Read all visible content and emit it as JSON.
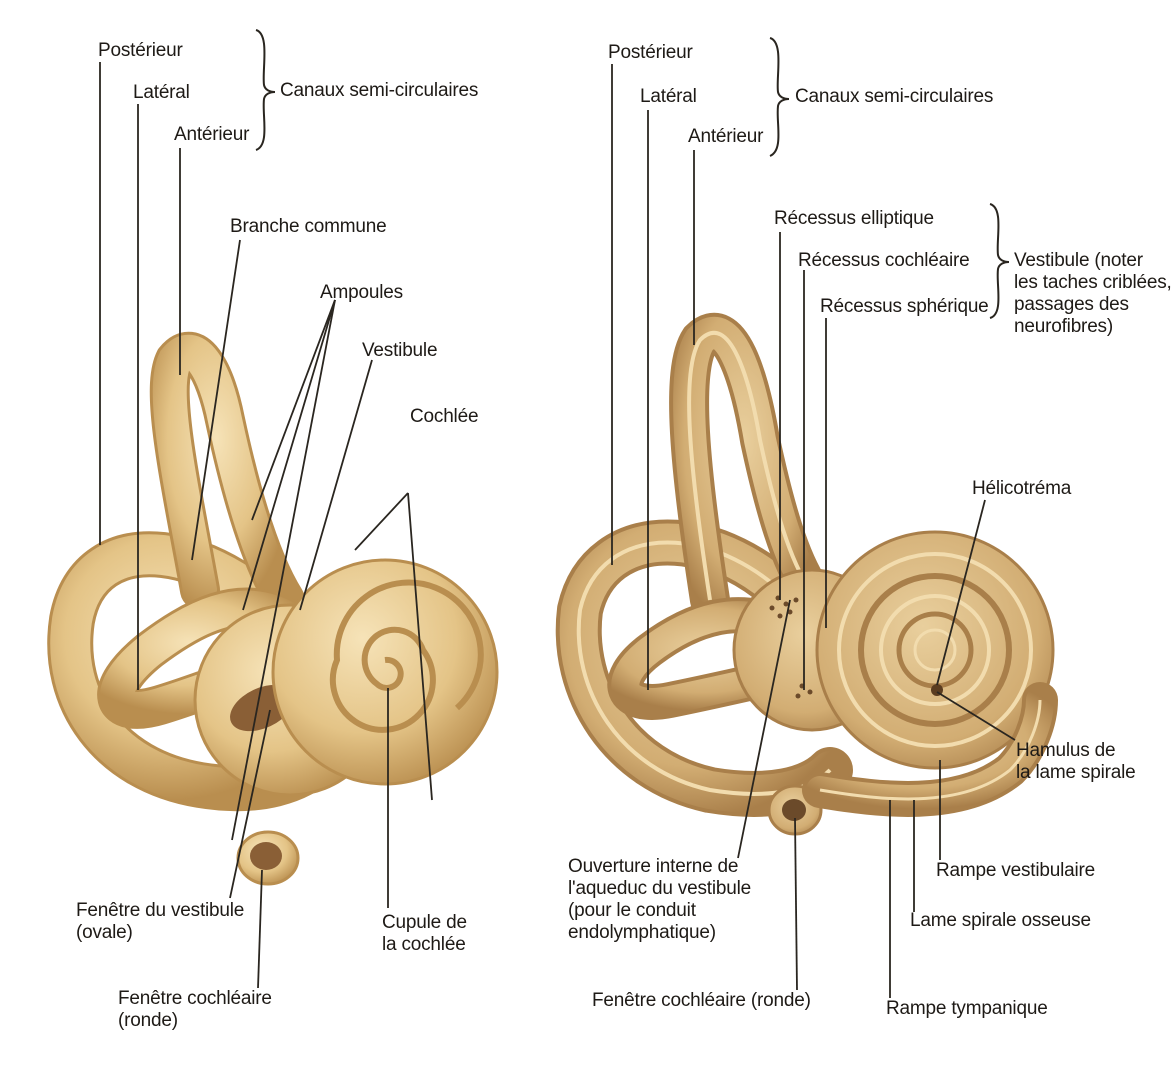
{
  "colors": {
    "bone_fill": "#e4c487",
    "bone_highlight": "#f6e3b8",
    "bone_shadow": "#b98e4f",
    "cut_fill": "#d8b57a",
    "cavity": "#9e7446",
    "leader": "#2a2620",
    "text": "#1e1a16",
    "paper": "#ffffff"
  },
  "left_figure": {
    "posterieur": "Postérieur",
    "lateral": "Latéral",
    "anterieur": "Antérieur",
    "canaux": "Canaux semi-circulaires",
    "branche_commune": "Branche commune",
    "ampoules": "Ampoules",
    "vestibule": "Vestibule",
    "cochlee": "Cochlée",
    "fenetre_vestibule": "Fenêtre du vestibule\n(ovale)",
    "fenetre_cochleaire": "Fenêtre cochléaire\n(ronde)",
    "cupule": "Cupule de\nla cochlée"
  },
  "right_figure": {
    "posterieur": "Postérieur",
    "lateral": "Latéral",
    "anterieur": "Antérieur",
    "canaux": "Canaux semi-circulaires",
    "recessus_elliptique": "Récessus elliptique",
    "recessus_cochleaire": "Récessus cochléaire",
    "recessus_spherique": "Récessus sphérique",
    "vestibule_note": "Vestibule (noter\nles taches criblées,\npassages des\nneurofibres)",
    "helicotrema": "Hélicotréma",
    "hamulus": "Hamulus de\nla lame spirale",
    "rampe_vestibulaire": "Rampe vestibulaire",
    "lame_spirale": "Lame spirale osseuse",
    "rampe_tympanique": "Rampe tympanique",
    "fenetre_cochleaire": "Fenêtre cochléaire (ronde)",
    "ouverture": "Ouverture interne de\nl'aqueduc du vestibule\n(pour le conduit\nendolymphatique)"
  }
}
